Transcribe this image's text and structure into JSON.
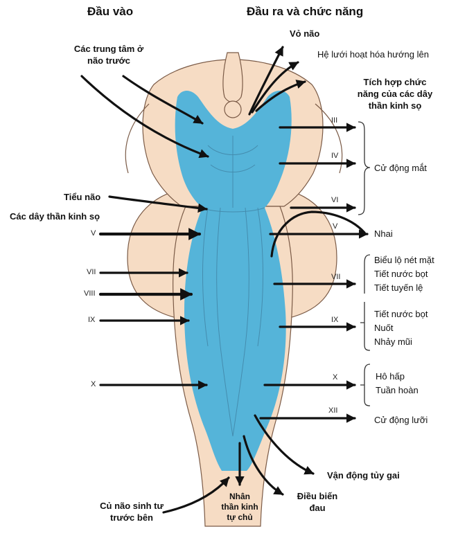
{
  "headers": {
    "inputs": "Đầu vào",
    "outputs": "Đầu ra và chức năng"
  },
  "inputs": {
    "forebrain_centers": [
      "Các trung tâm ở",
      "não trước"
    ],
    "cerebellum": "Tiểu não",
    "cranial_nerves": "Các dây thần kinh sọ",
    "lateral_horn": [
      "Củ não sinh tư",
      "trước bên"
    ]
  },
  "input_nerves": [
    "V",
    "VII",
    "VIII",
    "IX",
    "X"
  ],
  "outputs": {
    "cortex": "Vỏ não",
    "reticular_activating": "Hệ lưới hoạt hóa hướng lên",
    "cranial_integration": [
      "Tích hợp chức",
      "năng của các dây",
      "thần kinh sọ"
    ],
    "eye_movement": "Cử động mắt",
    "chewing": "Nhai",
    "group_vii": [
      "Biểu lộ nét mặt",
      "Tiết nước bọt",
      "Tiết tuyến lệ"
    ],
    "group_ix": [
      "Tiết nước bọt",
      "Nuốt",
      "Nhảy mũi"
    ],
    "group_x": [
      "Hô hấp",
      "Tuần hoàn"
    ],
    "tongue": "Cử động lưỡi",
    "spinal_motor": "Vận động tủy gai",
    "pain_modulation": [
      "Điều biến",
      "đau"
    ],
    "autonomic_nuclei": [
      "Nhân",
      "thần kinh",
      "tự chủ"
    ]
  },
  "output_nerves": [
    "III",
    "IV",
    "VI",
    "V",
    "VII",
    "IX",
    "X",
    "XII"
  ],
  "colors": {
    "brainstem": "#f6dcc4",
    "reticular": "#55b4d9",
    "outline": "#7a5a46",
    "arrow": "#111111"
  }
}
